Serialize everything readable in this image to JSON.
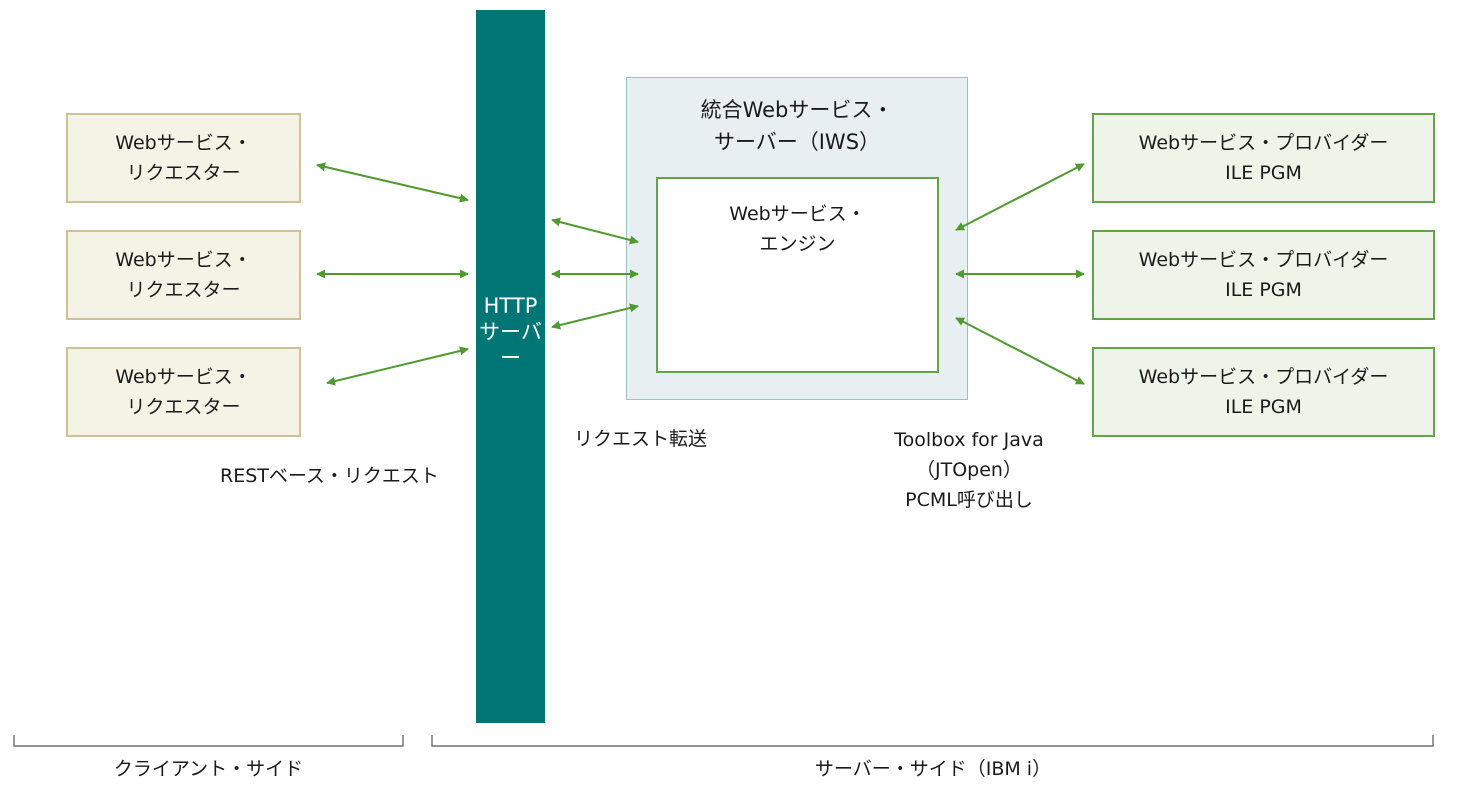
{
  "requesters": [
    {
      "line1": "Webサービス・",
      "line2": "リクエスター"
    },
    {
      "line1": "Webサービス・",
      "line2": "リクエスター"
    },
    {
      "line1": "Webサービス・",
      "line2": "リクエスター"
    }
  ],
  "providers": [
    {
      "line1": "Webサービス・プロバイダー",
      "line2": "ILE PGM"
    },
    {
      "line1": "Webサービス・プロバイダー",
      "line2": "ILE PGM"
    },
    {
      "line1": "Webサービス・プロバイダー",
      "line2": "ILE PGM"
    }
  ],
  "http_server": {
    "label": "HTTPサーバー",
    "color": "#007575"
  },
  "iws": {
    "line1": "統合Webサービス・",
    "line2": "サーバー（IWS）"
  },
  "engine": {
    "line1": "Webサービス・",
    "line2": "エンジン"
  },
  "labels": {
    "rest": "RESTベース・リクエスト",
    "forward": "リクエスト転送",
    "toolbox_line1": "Toolbox for Java",
    "toolbox_line2": "（JTOpen）",
    "toolbox_line3": "PCML呼び出し",
    "client_side": "クライアント・サイド",
    "server_side": "サーバー・サイド（IBM i）"
  },
  "colors": {
    "arrow": "#4f9a2f",
    "requester_fill": "#f5f2e6",
    "provider_fill": "#eef5e8"
  }
}
